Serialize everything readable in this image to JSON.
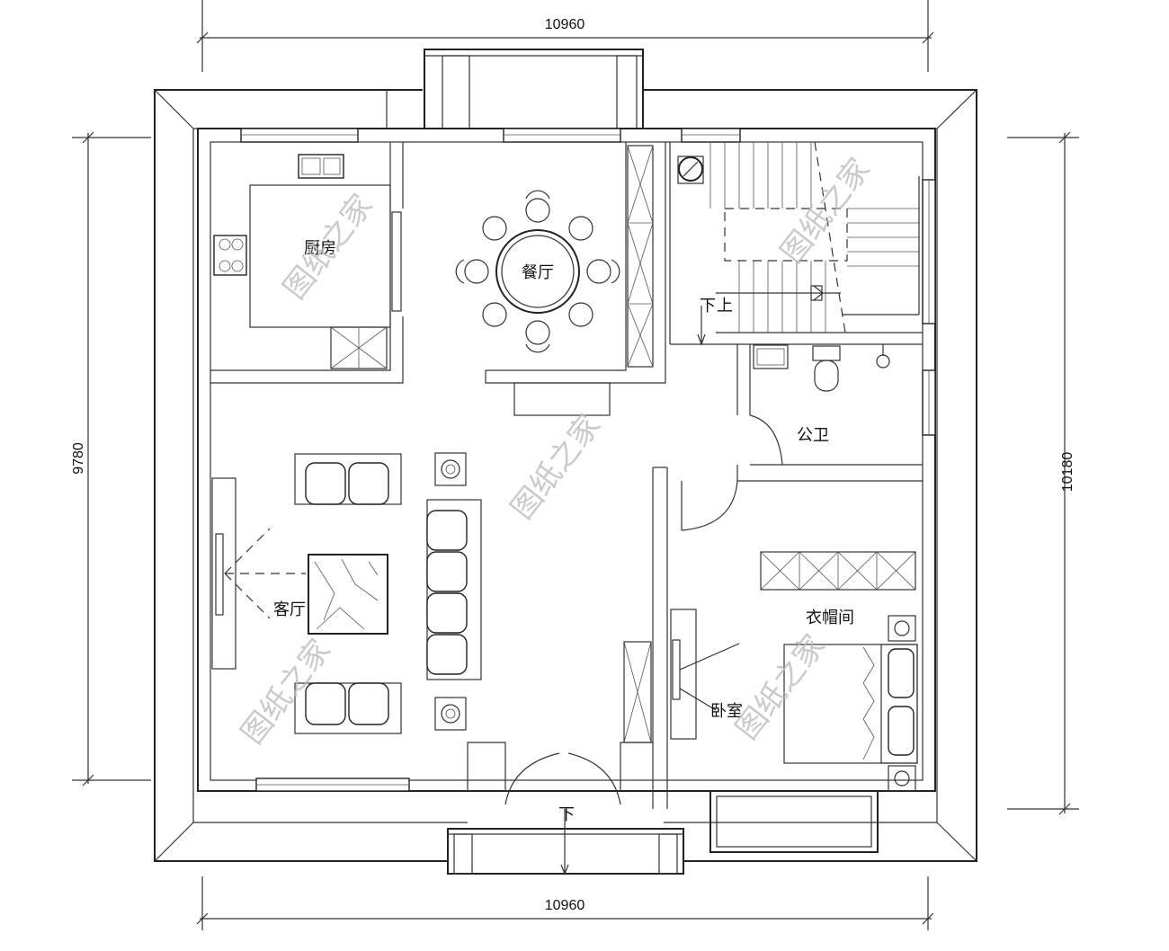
{
  "dimensions": {
    "top_width": "10960",
    "bottom_width": "10960",
    "left_height": "9780",
    "right_height": "10180"
  },
  "rooms": {
    "kitchen": "厨房",
    "dining": "餐厅",
    "living": "客厅",
    "public_bath": "公卫",
    "walk_in_closet": "衣帽间",
    "bedroom": "卧室"
  },
  "stairs": {
    "up": "上",
    "down": "下",
    "entrance_down": "下"
  },
  "watermark": "图纸之家",
  "colors": {
    "line": "#222222",
    "watermark": "#b9b9b9",
    "background": "#ffffff"
  }
}
